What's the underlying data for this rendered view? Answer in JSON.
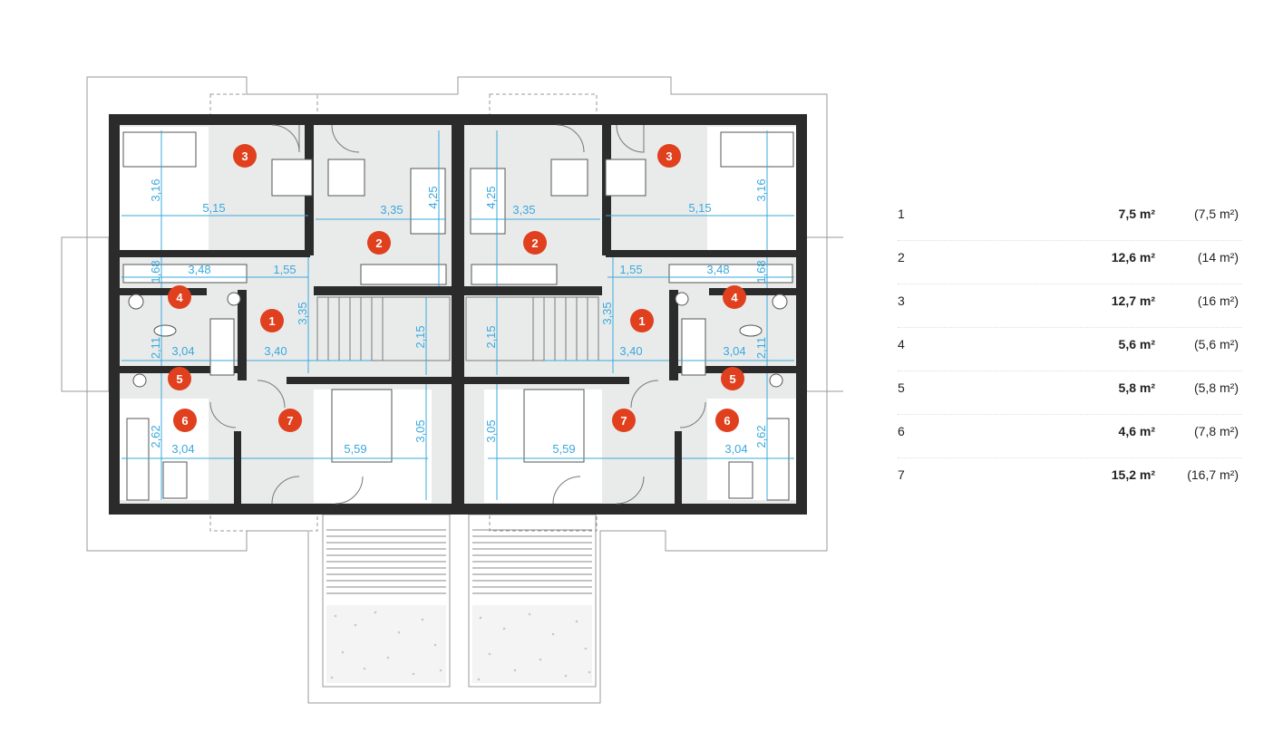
{
  "rooms": [
    {
      "number": "1",
      "area": "7,5 m²",
      "gross": "(7,5 m²)"
    },
    {
      "number": "2",
      "area": "12,6 m²",
      "gross": "(14 m²)"
    },
    {
      "number": "3",
      "area": "12,7 m²",
      "gross": "(16 m²)"
    },
    {
      "number": "4",
      "area": "5,6 m²",
      "gross": "(5,6 m²)"
    },
    {
      "number": "5",
      "area": "5,8 m²",
      "gross": "(5,8 m²)"
    },
    {
      "number": "6",
      "area": "4,6 m²",
      "gross": "(7,8 m²)"
    },
    {
      "number": "7",
      "area": "15,2 m²",
      "gross": "(16,7 m²)"
    }
  ],
  "dimensions_left": [
    "3,16",
    "5,15",
    "3,35",
    "4,25",
    "1,68",
    "3,48",
    "1,55",
    "3,35",
    "2,11",
    "3,04",
    "3,40",
    "2,15",
    "2,62",
    "3,04",
    "5,59",
    "3,05"
  ],
  "dimensions_right": [
    "4,25",
    "3,35",
    "3,16",
    "5,15",
    "1,55",
    "3,48",
    "1,68",
    "3,35",
    "2,15",
    "3,40",
    "3,04",
    "2,11",
    "3,05",
    "5,59",
    "2,62",
    "3,04"
  ],
  "badges_left": [
    "3",
    "2",
    "4",
    "1",
    "5",
    "6",
    "7"
  ],
  "badges_right": [
    "3",
    "2",
    "1",
    "4",
    "5",
    "7",
    "6"
  ],
  "colors": {
    "wall": "#2b2b2b",
    "floor": "#e9ebeb",
    "dimension": "#3aa8dc",
    "badge": "#e0401e",
    "outline": "#9a9a9a"
  }
}
